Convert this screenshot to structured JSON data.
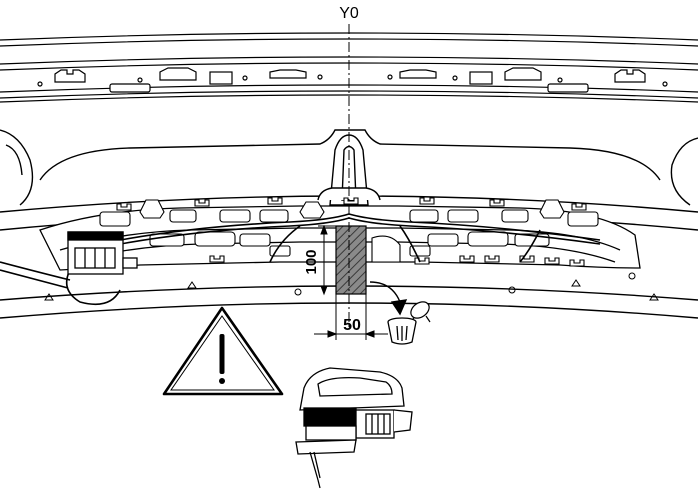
{
  "labels": {
    "axis_label": "Y0",
    "height_dim": "100",
    "width_dim": "50"
  },
  "icons": {
    "warning": "warning-triangle-icon",
    "trash": "trash-bin-icon",
    "tool": "jigsaw-icon"
  },
  "colors": {
    "line": "#000000",
    "background": "#ffffff",
    "hatch": "#6b6b6b"
  }
}
